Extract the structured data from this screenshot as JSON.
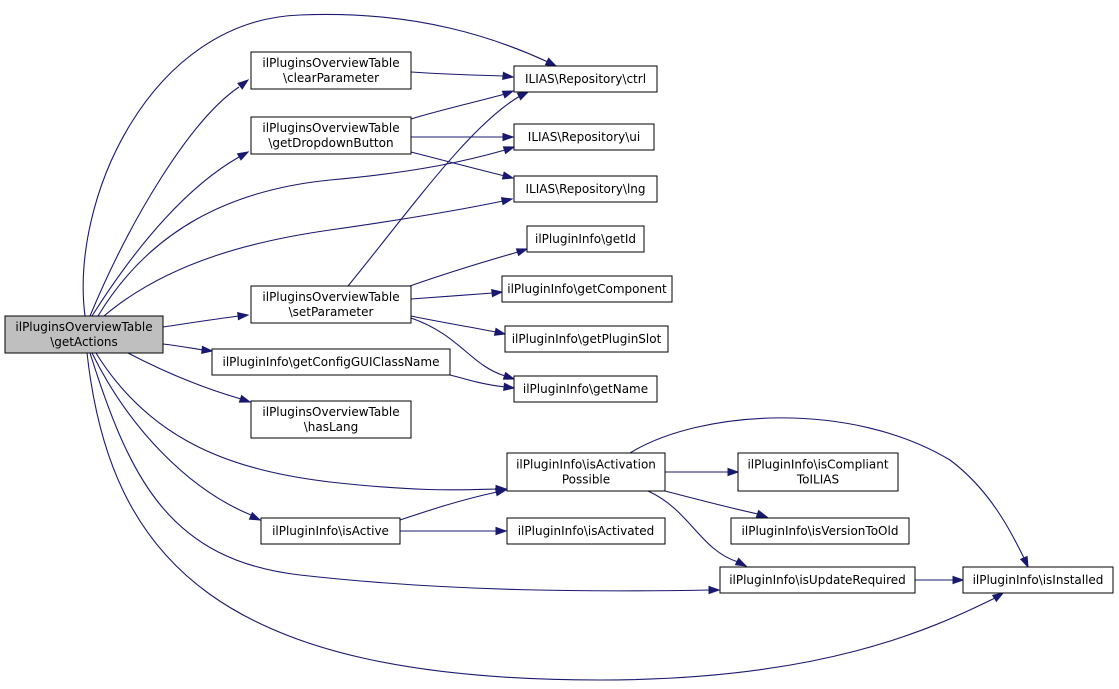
{
  "diagram": {
    "edge_color": "#191970",
    "root_fill": "#bfbfbf",
    "nodes": [
      {
        "id": "root",
        "lines": [
          "ilPluginsOverviewTable",
          "\\getActions"
        ]
      },
      {
        "id": "clearParameter",
        "lines": [
          "ilPluginsOverviewTable",
          "\\clearParameter"
        ]
      },
      {
        "id": "getDropdownButton",
        "lines": [
          "ilPluginsOverviewTable",
          "\\getDropdownButton"
        ]
      },
      {
        "id": "setParameter",
        "lines": [
          "ilPluginsOverviewTable",
          "\\setParameter"
        ]
      },
      {
        "id": "getConfigGUIClassName",
        "lines": [
          "ilPluginInfo\\getConfigGUIClassName"
        ]
      },
      {
        "id": "hasLang",
        "lines": [
          "ilPluginsOverviewTable",
          "\\hasLang"
        ]
      },
      {
        "id": "isActive",
        "lines": [
          "ilPluginInfo\\isActive"
        ]
      },
      {
        "id": "ctrl",
        "lines": [
          "ILIAS\\Repository\\ctrl"
        ]
      },
      {
        "id": "ui",
        "lines": [
          "ILIAS\\Repository\\ui"
        ]
      },
      {
        "id": "lng",
        "lines": [
          "ILIAS\\Repository\\lng"
        ]
      },
      {
        "id": "getId",
        "lines": [
          "ilPluginInfo\\getId"
        ]
      },
      {
        "id": "getComponent",
        "lines": [
          "ilPluginInfo\\getComponent"
        ]
      },
      {
        "id": "getPluginSlot",
        "lines": [
          "ilPluginInfo\\getPluginSlot"
        ]
      },
      {
        "id": "getName",
        "lines": [
          "ilPluginInfo\\getName"
        ]
      },
      {
        "id": "isActivationPossible",
        "lines": [
          "ilPluginInfo\\isActivation",
          "Possible"
        ]
      },
      {
        "id": "isActivated",
        "lines": [
          "ilPluginInfo\\isActivated"
        ]
      },
      {
        "id": "isCompliantToILIAS",
        "lines": [
          "ilPluginInfo\\isCompliant",
          "ToILIAS"
        ]
      },
      {
        "id": "isVersionToOld",
        "lines": [
          "ilPluginInfo\\isVersionToOld"
        ]
      },
      {
        "id": "isUpdateRequired",
        "lines": [
          "ilPluginInfo\\isUpdateRequired"
        ]
      },
      {
        "id": "isInstalled",
        "lines": [
          "ilPluginInfo\\isInstalled"
        ]
      }
    ],
    "edges": [
      [
        "root",
        "ctrl"
      ],
      [
        "root",
        "clearParameter"
      ],
      [
        "root",
        "getDropdownButton"
      ],
      [
        "root",
        "ui"
      ],
      [
        "root",
        "lng"
      ],
      [
        "root",
        "setParameter"
      ],
      [
        "root",
        "getConfigGUIClassName"
      ],
      [
        "root",
        "hasLang"
      ],
      [
        "root",
        "isActivationPossible"
      ],
      [
        "root",
        "isActive"
      ],
      [
        "root",
        "isUpdateRequired"
      ],
      [
        "root",
        "isInstalled"
      ],
      [
        "clearParameter",
        "ctrl"
      ],
      [
        "getDropdownButton",
        "ctrl"
      ],
      [
        "getDropdownButton",
        "ui"
      ],
      [
        "getDropdownButton",
        "lng"
      ],
      [
        "setParameter",
        "ctrl"
      ],
      [
        "setParameter",
        "getId"
      ],
      [
        "setParameter",
        "getComponent"
      ],
      [
        "setParameter",
        "getPluginSlot"
      ],
      [
        "setParameter",
        "getName"
      ],
      [
        "getConfigGUIClassName",
        "getName"
      ],
      [
        "isActive",
        "isActivationPossible"
      ],
      [
        "isActive",
        "isActivated"
      ],
      [
        "isActivationPossible",
        "isCompliantToILIAS"
      ],
      [
        "isActivationPossible",
        "isVersionToOld"
      ],
      [
        "isActivationPossible",
        "isUpdateRequired"
      ],
      [
        "isActivationPossible",
        "isInstalled"
      ],
      [
        "isUpdateRequired",
        "isInstalled"
      ]
    ]
  }
}
